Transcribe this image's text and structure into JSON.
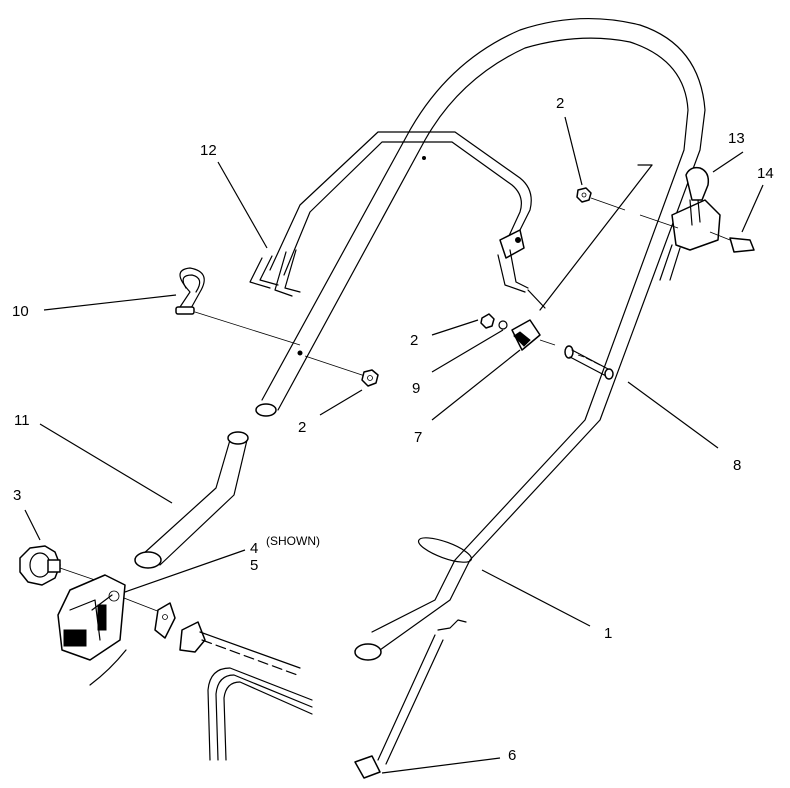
{
  "callouts": [
    {
      "id": "c1",
      "text": "1"
    },
    {
      "id": "c2a",
      "text": "2"
    },
    {
      "id": "c2b",
      "text": "2"
    },
    {
      "id": "c2c",
      "text": "2"
    },
    {
      "id": "c3",
      "text": "3"
    },
    {
      "id": "c4",
      "text": "4"
    },
    {
      "id": "c4note",
      "text": "(SHOWN)"
    },
    {
      "id": "c5",
      "text": "5"
    },
    {
      "id": "c6",
      "text": "6"
    },
    {
      "id": "c7",
      "text": "7"
    },
    {
      "id": "c8",
      "text": "8"
    },
    {
      "id": "c9",
      "text": "9"
    },
    {
      "id": "c10",
      "text": "10"
    },
    {
      "id": "c11",
      "text": "11"
    },
    {
      "id": "c12",
      "text": "12"
    },
    {
      "id": "c13",
      "text": "13"
    },
    {
      "id": "c14",
      "text": "14"
    }
  ]
}
